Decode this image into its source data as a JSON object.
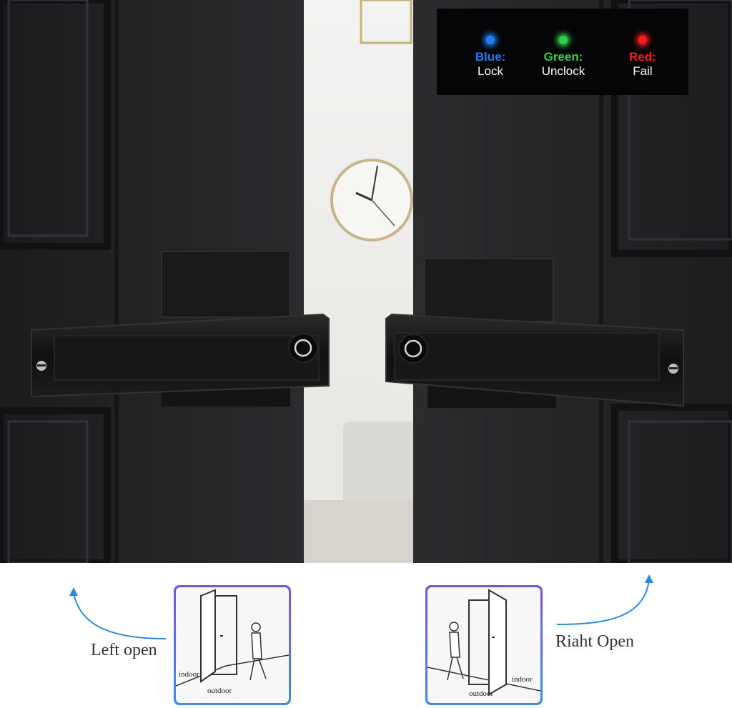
{
  "legend": {
    "blue": {
      "name": "Blue:",
      "desc": "Lock",
      "color": "#1e7df0"
    },
    "green": {
      "name": "Green:",
      "desc": "Unclock",
      "color": "#2fd14a"
    },
    "red": {
      "name": "Red:",
      "desc": "Fail",
      "color": "#f01e1e"
    }
  },
  "left_diagram": {
    "caption": "Left open",
    "indoor": "indoor",
    "outdoor": "outdoor"
  },
  "right_diagram": {
    "caption": "Riaht Open",
    "indoor": "indoor",
    "outdoor": "outdoor"
  },
  "colors": {
    "arrow": "#2a8ad8",
    "frame_top": "#7a55d8",
    "frame_bottom": "#3d8de0"
  }
}
